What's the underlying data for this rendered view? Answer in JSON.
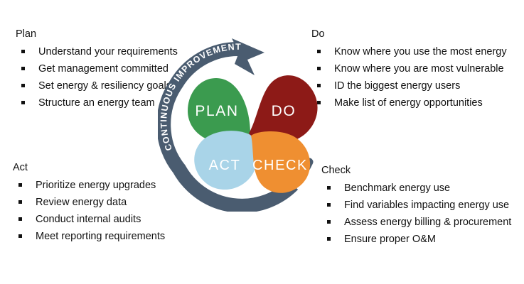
{
  "diagram": {
    "type": "pdca-continuous-improvement-cycle",
    "arc_label": "CONTINUOUS IMPROVEMENT",
    "arc_color": "#4a5c70",
    "background": "#ffffff",
    "petals": [
      {
        "id": "plan",
        "label": "PLAN",
        "color": "#3b9b4f",
        "position": "top-left"
      },
      {
        "id": "do",
        "label": "DO",
        "color": "#8d1a17",
        "position": "top-right"
      },
      {
        "id": "act",
        "label": "ACT",
        "color": "#a9d4e8",
        "position": "bottom-left"
      },
      {
        "id": "check",
        "label": "CHECK",
        "color": "#ef8f31",
        "position": "bottom-right"
      }
    ]
  },
  "blocks": {
    "plan": {
      "heading": "Plan",
      "items": [
        "Understand your requirements",
        "Get management committed",
        "Set energy & resiliency goals",
        "Structure an energy team"
      ]
    },
    "do": {
      "heading": "Do",
      "items": [
        "Know where you use the most energy",
        "Know where you are most vulnerable",
        "ID the biggest energy users",
        "Make list of energy opportunities"
      ]
    },
    "act": {
      "heading": "Act",
      "items": [
        "Prioritize energy upgrades",
        "Review energy data",
        "Conduct internal audits",
        "Meet reporting requirements"
      ]
    },
    "check": {
      "heading": "Check",
      "items": [
        "Benchmark energy use",
        "Find variables impacting energy use",
        "Assess energy billing & procurement",
        "Ensure proper O&M"
      ]
    }
  }
}
